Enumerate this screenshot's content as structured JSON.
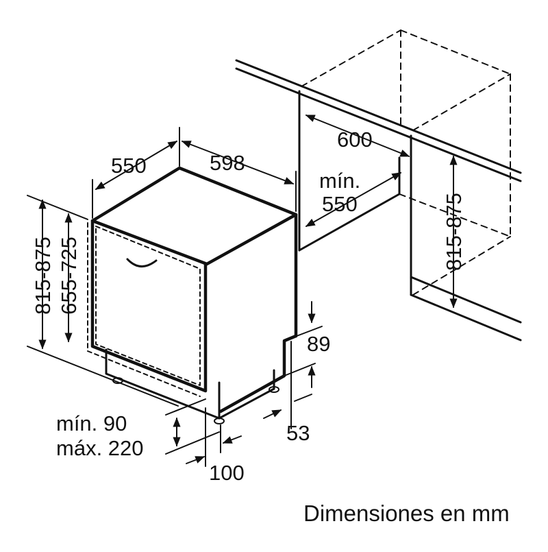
{
  "dimensions": {
    "depth": "550",
    "width": "598",
    "height_outer": "815-875",
    "height_front": "655-725",
    "niche_width": "600",
    "niche_depth_line1": "mín.",
    "niche_depth_line2": "550",
    "niche_height": "815-875",
    "foot_height": "89",
    "plinth_depth": "53",
    "plinth_height_line1": "mín. 90",
    "plinth_height_line2": "máx. 220",
    "plinth_offset": "100"
  },
  "caption": "Dimensiones en mm"
}
